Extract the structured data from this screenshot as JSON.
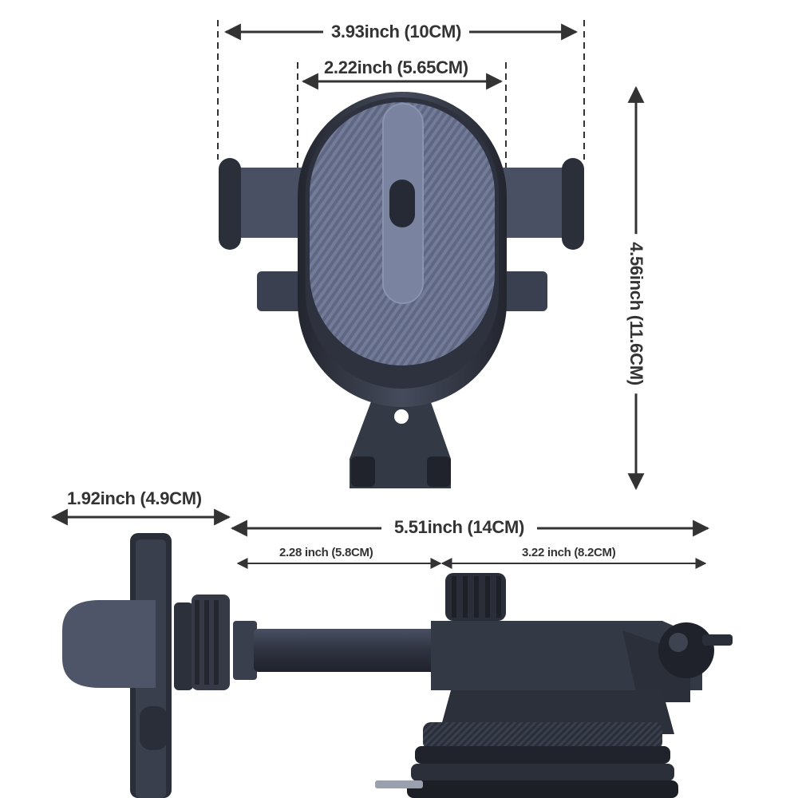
{
  "colors": {
    "dimension_line": "#333333",
    "holder_body": "#3a3f4d",
    "holder_dark": "#262a34",
    "carbon_panel": "#6f7894",
    "background": "#ffffff"
  },
  "dimensions": {
    "outer_width": "3.93inch (10CM)",
    "inner_width": "2.22inch (5.65CM)",
    "height": "4.56inch (11.6CM)",
    "holder_depth": "1.92inch (4.9CM)",
    "total_length": "5.51inch (14CM)",
    "arm_length": "2.28 inch (5.8CM)",
    "base_length": "3.22 inch (8.2CM)"
  },
  "icons": {
    "front_view": "phone-holder-front-icon",
    "side_view": "phone-holder-side-icon"
  }
}
